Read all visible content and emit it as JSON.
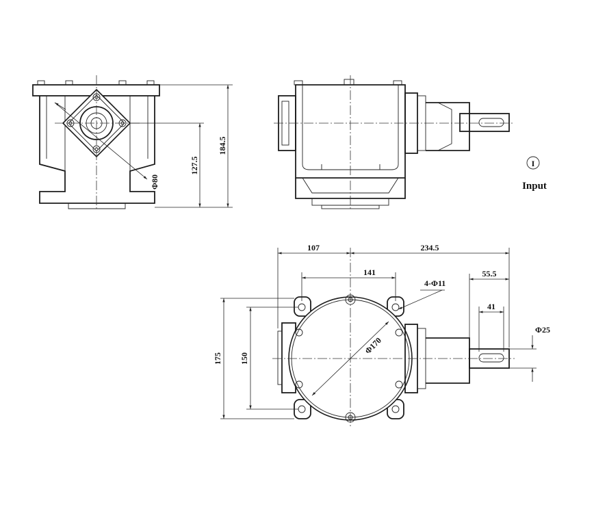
{
  "drawing": {
    "views": [
      "front-view",
      "side-view",
      "top-view"
    ],
    "input_marker": {
      "symbol": "I",
      "label": "Input"
    },
    "front_view_dimensions": {
      "overall_height": "184.5",
      "shaft_center_height": "127.5",
      "flange_diameter": "Φ80"
    },
    "top_view_dimensions": {
      "left_extent": "107",
      "right_extent": "234.5",
      "bolt_spacing_horizontal": "141",
      "bolt_holes": "4-Φ11",
      "shaft_length": "55.5",
      "keyway_length": "41",
      "shaft_diameter": "Φ25",
      "body_diameter": "Φ170",
      "overall_depth": "175",
      "bolt_spacing_vertical": "150"
    }
  }
}
